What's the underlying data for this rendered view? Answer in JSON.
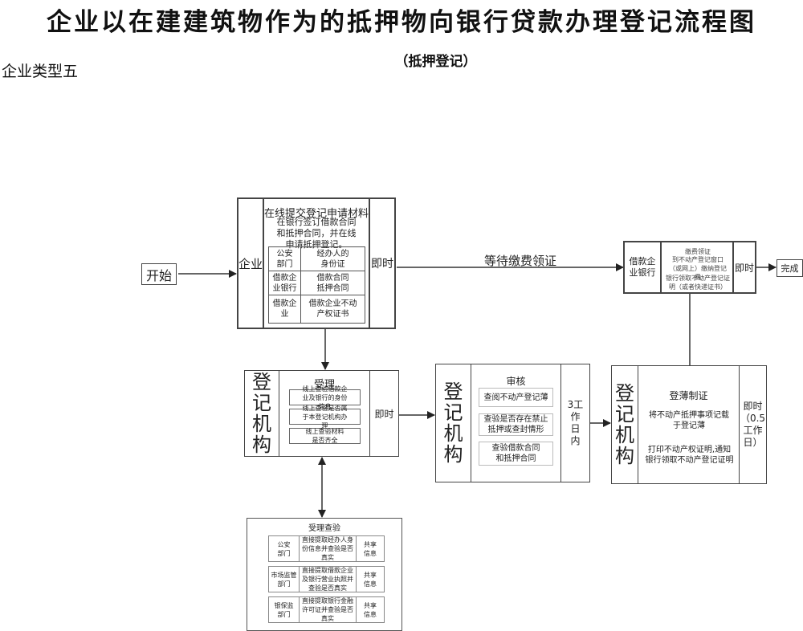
{
  "header": {
    "title": "企业以在建建筑物作为的抵押物向银行贷款办理登记流程图",
    "subtitle": "（抵押登记）",
    "enterprise_type": "企业类型五"
  },
  "start": {
    "label": "开始"
  },
  "finish": {
    "label": "完成"
  },
  "step_submit": {
    "actor": "企业",
    "title": "在线提交登记申请材料",
    "description": "在银行签订借款合同和抵押合同，并在线申请抵押登记。",
    "materials": [
      {
        "source": "公安部门",
        "item": "经办人的身份证"
      },
      {
        "source": "借款企业银行",
        "item": "借款合同抵押合同"
      },
      {
        "source": "借款企业",
        "item": "借款企业不动产权证书"
      }
    ],
    "time": "即时"
  },
  "wait_label": "等待缴费领证",
  "step_fee": {
    "actor": "借款企业银行",
    "lines": [
      "缴费领证",
      "到不动产登记窗口（或网上）缴纳登记费",
      "银行领取不动产登记证明（或者快递证书）"
    ],
    "time": "即时"
  },
  "step_accept": {
    "actor": "登记机构",
    "title": "受理",
    "checks": [
      "线上查验借款企业及银行的身份信息",
      "线上查验是否属于本登记机构办理",
      "线上查验材料是否齐全"
    ],
    "time": "即时"
  },
  "step_verify_shared": {
    "title": "受理查验",
    "rows": [
      {
        "dept": "公安部门",
        "action": "直接提取经办人身份信息并查验是否真实",
        "mode": "共享信息"
      },
      {
        "dept": "市场监管部门",
        "action": "直接提取借款企业及银行营业执照并查验是否真实",
        "mode": "共享信息"
      },
      {
        "dept": "银保监部门",
        "action": "直接提取银行金融许可证并查验是否真实",
        "mode": "共享信息"
      }
    ]
  },
  "step_review": {
    "actor": "登记机构",
    "title": "审核",
    "checks": [
      "查阅不动产登记薄",
      "查验是否存在禁止抵押或查封情形",
      "查验借款合同和抵押合同"
    ],
    "time": "3工作日内"
  },
  "step_register": {
    "actor": "登记机构",
    "title": "登薄制证",
    "lines": [
      "将不动产抵押事项记载于登记薄",
      "打印不动产权证明,通知银行领取不动产登记证明"
    ],
    "time": "即时（0.5工作日）"
  }
}
